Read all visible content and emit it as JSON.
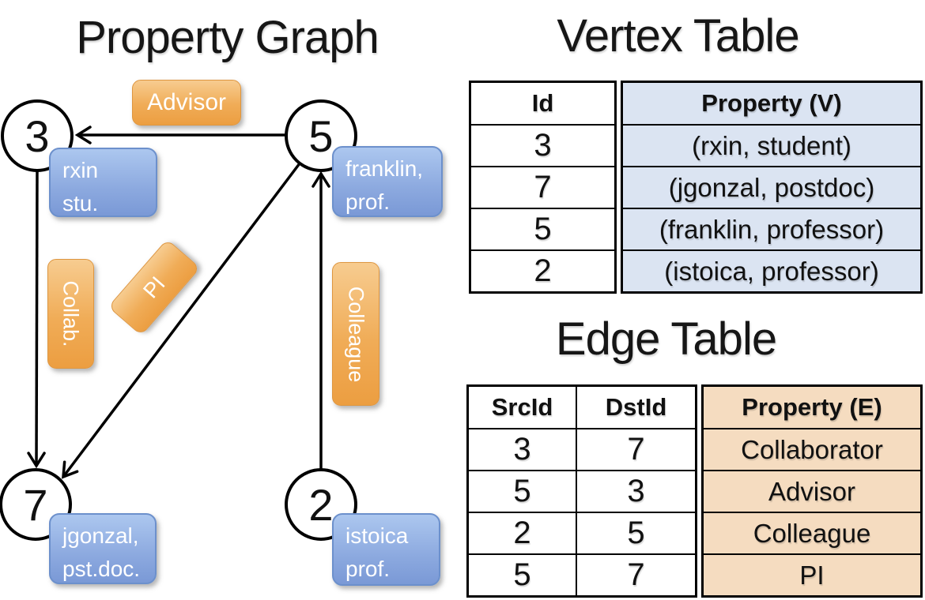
{
  "graph": {
    "title": "Property Graph",
    "nodes": [
      {
        "id": "3",
        "prop_line1": "rxin",
        "prop_line2": "stu."
      },
      {
        "id": "5",
        "prop_line1": "franklin,",
        "prop_line2": "prof."
      },
      {
        "id": "7",
        "prop_line1": "jgonzal,",
        "prop_line2": "pst.doc."
      },
      {
        "id": "2",
        "prop_line1": "istoica",
        "prop_line2": "prof."
      }
    ],
    "edges": [
      {
        "from": "5",
        "to": "3",
        "label": "Advisor"
      },
      {
        "from": "3",
        "to": "7",
        "label": "Collab."
      },
      {
        "from": "5",
        "to": "7",
        "label": "PI"
      },
      {
        "from": "2",
        "to": "5",
        "label": "Colleague"
      }
    ]
  },
  "vertex_table": {
    "title": "Vertex Table",
    "id_header": "Id",
    "property_header": "Property (V)",
    "rows": [
      {
        "id": "3",
        "property": "(rxin, student)"
      },
      {
        "id": "7",
        "property": "(jgonzal, postdoc)"
      },
      {
        "id": "5",
        "property": "(franklin, professor)"
      },
      {
        "id": "2",
        "property": "(istoica, professor)"
      }
    ]
  },
  "edge_table": {
    "title": "Edge Table",
    "src_header": "SrcId",
    "dst_header": "DstId",
    "property_header": "Property (E)",
    "rows": [
      {
        "src": "3",
        "dst": "7",
        "property": "Collaborator"
      },
      {
        "src": "5",
        "dst": "3",
        "property": "Advisor"
      },
      {
        "src": "2",
        "dst": "5",
        "property": "Colleague"
      },
      {
        "src": "5",
        "dst": "7",
        "property": "PI"
      }
    ]
  },
  "colors": {
    "edge_label_orange": "#EC9E41",
    "vertex_prop_blue": "#7A99D6",
    "vertex_table_fill": "#DBE4F2",
    "edge_table_fill": "#F5DCC0",
    "line_black": "#000000"
  }
}
